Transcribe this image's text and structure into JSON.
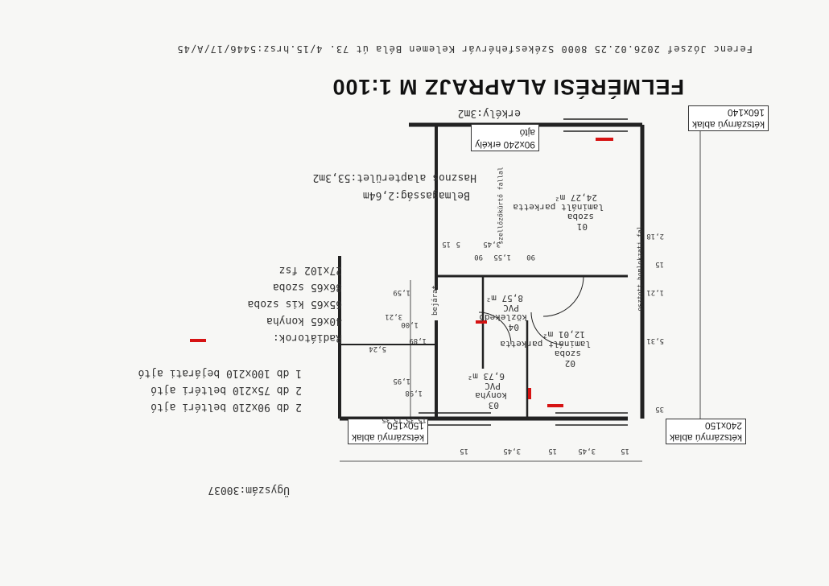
{
  "header": "Ferenc József 2026.02.25 8000 Székesfehérvár Kelemen Béla út 73. 4/15.hrsz:5446/17/A/45",
  "title": "FELMÉRÉSI ALAPRAJZ M 1:100",
  "ceiling_height": "Belmagasság:2,64m",
  "useful_area": "Hasznos alapterület:53,3m2",
  "radiators": {
    "heading": "Radiátorok:",
    "items": [
      "40x65 konyha",
      "65x65 kis szoba",
      "86x65 szoba",
      "27x102 fsz"
    ],
    "marker_color": "#d61313"
  },
  "doors": [
    "2 db 90x210 beltéri ajtó",
    "2 db 75x210 beltéri ajtó",
    "1 db 100x210 bejárati ajtó"
  ],
  "case_number": "Ügyszám:30037",
  "windows": {
    "balcony_door_1": "90x240 erkély",
    "balcony_door_2": "ajtó",
    "balcony": "erkély:3m2",
    "w1_type": "kétszárnyú ablak",
    "w1_size": "160x140",
    "w2_type": "kétszárnyú ablak",
    "w2_size": "240x150",
    "w3_type": "kétszárnyú ablak",
    "w3_size": "150x150"
  },
  "rooms": [
    {
      "num": "01",
      "name": "szoba",
      "floor": "laminált parketta",
      "area": "24,27 m²"
    },
    {
      "num": "02",
      "name": "szoba",
      "floor": "laminált parketta",
      "area": "12,01 m²"
    },
    {
      "num": "03",
      "name": "konyha",
      "floor": "PVC",
      "area": "6,73 m²"
    },
    {
      "num": "04",
      "name": "közlekedő",
      "floor": "PVC",
      "area": "8,57 m²"
    }
  ],
  "labels": {
    "chimney": "szellőzőkürtő fallal",
    "facade": "osztott homlokzati fal",
    "entrance": "bejárat"
  },
  "dims": {
    "top": [
      "15",
      "3,45",
      "15",
      "3,45",
      "15"
    ],
    "right_col": [
      "5,24",
      "3,21",
      "1,59",
      "1,00",
      "1,89",
      "1,95",
      "1,98"
    ],
    "right_small": [
      "35",
      "15",
      "35",
      "15"
    ],
    "inner": [
      "90",
      "1,55",
      "90",
      "3,45",
      "5",
      "15"
    ],
    "left_col": [
      "5,31",
      "2,18",
      "1,21",
      "15",
      "35"
    ]
  }
}
